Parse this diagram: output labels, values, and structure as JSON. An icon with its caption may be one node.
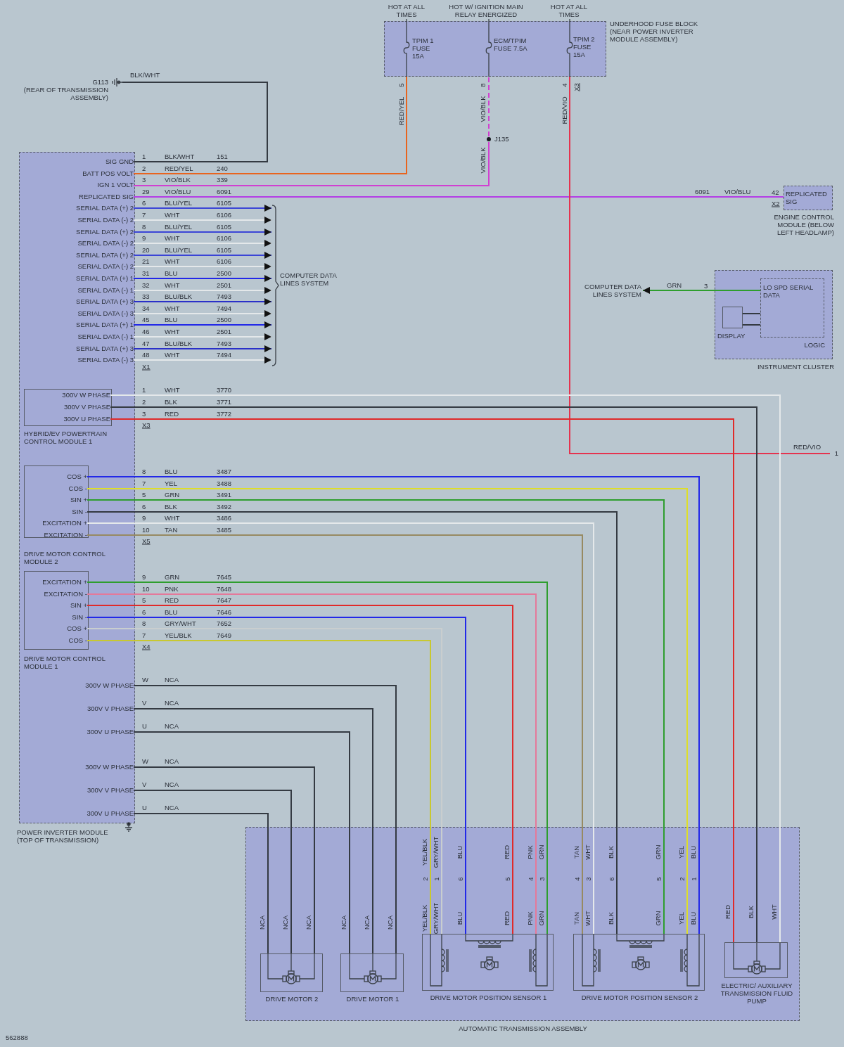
{
  "diagram": {
    "nodes": [
      {
        "text": [
          "UNDERHOOD FUSE BLOCK (NEAR POWER INVERTER MODULE ASSEMBLY)"
        ]
      },
      {
        "text": [
          "TPIM 1 FUSE 15A"
        ],
        "beside": [
          "HOT AT ALL TIMES"
        ],
        "in": 0
      },
      {
        "text": [
          "ECM/TPIM FUSE 7.5A"
        ],
        "beside": [
          "HOT W/ IGNITION MAIN RELAY ENERGIZED"
        ],
        "in": 0
      },
      {
        "text": [
          "TPIM 2 FUSE 15A"
        ],
        "beside": [
          "HOT AT ALL TIMES"
        ],
        "in": 0
      },
      {
        "text": [
          "G113",
          "(REAR OF TRANSMISSION ASSEMBLY)"
        ]
      },
      {
        "text": [
          "J135"
        ]
      },
      {
        "text": [
          "POWER INVERTER MODULE (TOP OF TRANSMISSION)"
        ]
      },
      {
        "text": [
          "SIG GND"
        ],
        "in": 6
      },
      {
        "text": [
          "BATT POS VOLT"
        ],
        "in": 6
      },
      {
        "text": [
          "IGN 1 VOLT"
        ],
        "in": 6
      },
      {
        "text": [
          "REPLICATED SIG"
        ],
        "in": 6
      },
      {
        "text": [
          "SERIAL DATA (+) 2"
        ],
        "in": 6
      },
      {
        "text": [
          "SERIAL DATA (-) 2"
        ],
        "in": 6
      },
      {
        "text": [
          "SERIAL DATA (+) 2"
        ],
        "in": 6
      },
      {
        "text": [
          "SERIAL DATA (-) 2"
        ],
        "in": 6
      },
      {
        "text": [
          "SERIAL DATA (+) 2"
        ],
        "in": 6
      },
      {
        "text": [
          "SERIAL DATA (-) 2"
        ],
        "in": 6
      },
      {
        "text": [
          "SERIAL DATA (+) 1"
        ],
        "in": 6
      },
      {
        "text": [
          "SERIAL DATA (-) 1"
        ],
        "in": 6
      },
      {
        "text": [
          "SERIAL DATA (+) 3"
        ],
        "in": 6
      },
      {
        "text": [
          "SERIAL DATA (-) 3"
        ],
        "in": 6
      },
      {
        "text": [
          "SERIAL DATA (+) 1"
        ],
        "in": 6
      },
      {
        "text": [
          "SERIAL DATA (-) 1"
        ],
        "in": 6
      },
      {
        "text": [
          "SERIAL DATA (+) 3"
        ],
        "in": 6
      },
      {
        "text": [
          "SERIAL DATA (-) 3"
        ],
        "in": 6
      },
      {
        "text": [
          "COMPUTER DATA LINES SYSTEM"
        ]
      },
      {
        "text": [
          "REPLICATED SIG",
          "ENGINE CONTROL MODULE (BELOW LEFT HEADLAMP)"
        ]
      },
      {
        "text": [
          "COMPUTER DATA LINES SYSTEM"
        ]
      },
      {
        "text": [
          "INSTRUMENT CLUSTER"
        ]
      },
      {
        "text": [
          "LO SPD SERIAL DATA",
          "LOGIC"
        ],
        "in": 28
      },
      {
        "text": [
          "DISPLAY"
        ],
        "in": 28
      },
      {
        "text": [
          "HYBRID/EV POWERTRAIN CONTROL MODULE 1"
        ],
        "in": 6
      },
      {
        "text": [
          "300V W PHASE"
        ],
        "in": 31
      },
      {
        "text": [
          "300V V PHASE"
        ],
        "in": 31
      },
      {
        "text": [
          "300V U PHASE"
        ],
        "in": 31
      },
      {
        "text": [
          "DRIVE MOTOR CONTROL MODULE 2"
        ],
        "in": 6
      },
      {
        "text": [
          "COS +"
        ],
        "in": 35
      },
      {
        "text": [
          "COS -"
        ],
        "in": 35
      },
      {
        "text": [
          "SIN +"
        ],
        "in": 35
      },
      {
        "text": [
          "SIN -"
        ],
        "in": 35
      },
      {
        "text": [
          "EXCITATION +"
        ],
        "in": 35
      },
      {
        "text": [
          "EXCITATION -"
        ],
        "in": 35
      },
      {
        "text": [
          "DRIVE MOTOR CONTROL MODULE 1"
        ],
        "in": 6
      },
      {
        "text": [
          "EXCITATION +"
        ],
        "in": 42
      },
      {
        "text": [
          "EXCITATION -"
        ],
        "in": 42
      },
      {
        "text": [
          "SIN +"
        ],
        "in": 42
      },
      {
        "text": [
          "SIN -"
        ],
        "in": 42
      },
      {
        "text": [
          "COS +"
        ],
        "in": 42
      },
      {
        "text": [
          "COS -"
        ],
        "in": 42
      },
      {
        "text": [
          "300V W PHASE"
        ],
        "in": 6
      },
      {
        "text": [
          "300V V PHASE"
        ],
        "in": 6
      },
      {
        "text": [
          "300V U PHASE"
        ],
        "in": 6
      },
      {
        "text": [
          "300V W PHASE"
        ],
        "in": 6
      },
      {
        "text": [
          "300V V PHASE"
        ],
        "in": 6
      },
      {
        "text": [
          "300V U PHASE"
        ],
        "in": 6
      },
      {
        "text": [
          "AUTOMATIC TRANSMISSION ASSEMBLY"
        ]
      },
      {
        "text": [
          "DRIVE MOTOR 2"
        ],
        "in": 55
      },
      {
        "text": [
          "DRIVE MOTOR 1"
        ],
        "in": 55
      },
      {
        "text": [
          "DRIVE MOTOR POSITION SENSOR 1"
        ],
        "in": 55
      },
      {
        "text": [
          "DRIVE MOTOR POSITION SENSOR 2"
        ],
        "in": 55
      },
      {
        "text": [
          "ELECTRIC/ AUXILIARY TRANSMISSION FLUID PUMP"
        ],
        "in": 55
      },
      {
        "text": [
          "1"
        ]
      }
    ],
    "edges": [
      {
        "from": 7,
        "to": 4,
        "arrow": "none"
      },
      {
        "from": 8,
        "to": 1,
        "arrow": "none",
        "color": "#e8641e"
      },
      {
        "from": 9,
        "to": 5,
        "arrow": "none",
        "color": "#d13fd1"
      },
      {
        "from": 5,
        "to": 2,
        "arrow": "none",
        "style": "dashed",
        "color": "#d13fd1"
      },
      {
        "from": 10,
        "to": 26,
        "arrow": "none",
        "color": "#b43ee6"
      },
      {
        "from": 11,
        "to": 25,
        "arrow": "to",
        "color": "#3b45d6"
      },
      {
        "from": 12,
        "to": 25,
        "arrow": "to",
        "color": "#e4e8ea"
      },
      {
        "from": 13,
        "to": 25,
        "arrow": "to",
        "color": "#3b45d6"
      },
      {
        "from": 14,
        "to": 25,
        "arrow": "to",
        "color": "#e4e8ea"
      },
      {
        "from": 15,
        "to": 25,
        "arrow": "to",
        "color": "#3b45d6"
      },
      {
        "from": 16,
        "to": 25,
        "arrow": "to",
        "color": "#e4e8ea"
      },
      {
        "from": 17,
        "to": 25,
        "arrow": "to",
        "color": "#2228e8"
      },
      {
        "from": 18,
        "to": 25,
        "arrow": "to",
        "color": "#e4e8ea"
      },
      {
        "from": 19,
        "to": 25,
        "arrow": "to",
        "color": "#2a30c8"
      },
      {
        "from": 20,
        "to": 25,
        "arrow": "to",
        "color": "#e4e8ea"
      },
      {
        "from": 21,
        "to": 25,
        "arrow": "to",
        "color": "#2228e8"
      },
      {
        "from": 22,
        "to": 25,
        "arrow": "to",
        "color": "#e4e8ea"
      },
      {
        "from": 23,
        "to": 25,
        "arrow": "to",
        "color": "#2a30c8"
      },
      {
        "from": 24,
        "to": 25,
        "arrow": "to",
        "color": "#e4e8ea"
      },
      {
        "from": 29,
        "to": 27,
        "arrow": "to",
        "color": "#2e9e2e"
      },
      {
        "from": 30,
        "to": 29,
        "arrow": "none"
      },
      {
        "from": 30,
        "to": 29,
        "arrow": "none"
      },
      {
        "from": 3,
        "to": 61,
        "arrow": "none",
        "color": "#e5334f"
      },
      {
        "from": 32,
        "to": 60,
        "arrow": "none",
        "color": "#e4e8ea"
      },
      {
        "from": 33,
        "to": 60,
        "arrow": "none"
      },
      {
        "from": 34,
        "to": 60,
        "arrow": "none",
        "color": "#e02a2a"
      },
      {
        "from": 36,
        "to": 59,
        "arrow": "none",
        "color": "#2228e8"
      },
      {
        "from": 37,
        "to": 59,
        "arrow": "none",
        "color": "#dede2a"
      },
      {
        "from": 38,
        "to": 59,
        "arrow": "none",
        "color": "#2e9e2e"
      },
      {
        "from": 39,
        "to": 59,
        "arrow": "none"
      },
      {
        "from": 40,
        "to": 59,
        "arrow": "none",
        "color": "#e4e8ea"
      },
      {
        "from": 41,
        "to": 59,
        "arrow": "none",
        "color": "#978a62"
      },
      {
        "from": 43,
        "to": 58,
        "arrow": "none",
        "color": "#2e9e2e"
      },
      {
        "from": 44,
        "to": 58,
        "arrow": "none",
        "color": "#e4799a"
      },
      {
        "from": 45,
        "to": 58,
        "arrow": "none",
        "color": "#e02a2a"
      },
      {
        "from": 46,
        "to": 58,
        "arrow": "none",
        "color": "#2228e8"
      },
      {
        "from": 47,
        "to": 58,
        "arrow": "none",
        "color": "#c9cecf"
      },
      {
        "from": 48,
        "to": 58,
        "arrow": "none",
        "color": "#c8c830"
      },
      {
        "from": 49,
        "to": 57,
        "arrow": "none"
      },
      {
        "from": 50,
        "to": 57,
        "arrow": "none"
      },
      {
        "from": 51,
        "to": 57,
        "arrow": "none"
      },
      {
        "from": 52,
        "to": 56,
        "arrow": "none"
      },
      {
        "from": 53,
        "to": 56,
        "arrow": "none"
      },
      {
        "from": 54,
        "to": 56,
        "arrow": "none"
      }
    ],
    "labels": [
      "BLK/WHT",
      "5",
      "RED/YEL",
      "8",
      "VIO/BLK",
      "4",
      "X3",
      "RED/VIO",
      "VIO/BLK",
      "1",
      "BLK/WHT",
      "151",
      "2",
      "RED/YEL",
      "240",
      "3",
      "VIO/BLK",
      "339",
      "29",
      "VIO/BLU",
      "6091",
      "6",
      "BLU/YEL",
      "6105",
      "7",
      "WHT",
      "6106",
      "8",
      "BLU/YEL",
      "6105",
      "9",
      "WHT",
      "6106",
      "20",
      "BLU/YEL",
      "6105",
      "21",
      "WHT",
      "6106",
      "31",
      "BLU",
      "2500",
      "32",
      "WHT",
      "2501",
      "33",
      "BLU/BLK",
      "7493",
      "34",
      "WHT",
      "7494",
      "45",
      "BLU",
      "2500",
      "46",
      "WHT",
      "2501",
      "47",
      "BLU/BLK",
      "7493",
      "48",
      "WHT",
      "7494",
      "X1",
      "6091",
      "VIO/BLU",
      "42",
      "X2",
      "GRN",
      "3",
      "1",
      "WHT",
      "3770",
      "2",
      "BLK",
      "3771",
      "3",
      "RED",
      "3772",
      "X3",
      "RED/VIO",
      "8",
      "BLU",
      "3487",
      "7",
      "YEL",
      "3488",
      "5",
      "GRN",
      "3491",
      "6",
      "BLK",
      "3492",
      "9",
      "WHT",
      "3486",
      "10",
      "TAN",
      "3485",
      "X5",
      "9",
      "GRN",
      "7645",
      "10",
      "PNK",
      "7648",
      "5",
      "RED",
      "7647",
      "6",
      "BLU",
      "7646",
      "8",
      "GRY/WHT",
      "7652",
      "7",
      "YEL/BLK",
      "7649",
      "X4",
      "W",
      "NCA",
      "V",
      "NCA",
      "U",
      "NCA",
      "W",
      "NCA",
      "V",
      "NCA",
      "U",
      "NCA",
      "YEL/BLK",
      "GRY/WHT",
      "BLU",
      "RED",
      "PNK",
      "GRN",
      "TAN",
      "WHT",
      "BLK",
      "GRN",
      "YEL",
      "BLU",
      "2",
      "1",
      "6",
      "5",
      "4",
      "3",
      "4",
      "3",
      "6",
      "5",
      "2",
      "1",
      "NCA",
      "NCA",
      "NCA",
      "NCA",
      "NCA",
      "NCA",
      "YEL/BLK",
      "GRY/WHT",
      "BLU",
      "RED",
      "PNK",
      "GRN",
      "TAN",
      "WHT",
      "BLK",
      "GRN",
      "YEL",
      "BLU",
      "RED",
      "BLK",
      "WHT",
      "562888"
    ]
  }
}
